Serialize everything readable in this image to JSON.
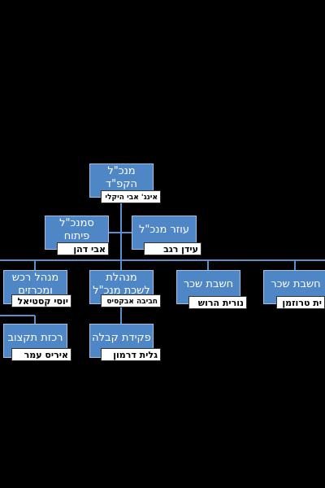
{
  "colors": {
    "box": "#4f87c6",
    "line": "#5b8fd0",
    "label_bg": "#ffffff"
  },
  "nodes": {
    "ceo": {
      "title": "מנכ\"ל\nהקפ\"ד",
      "name": "אינג' אבי היקלי"
    },
    "dev_deputy": {
      "title": "סמנכ\"ל\nפיתוח",
      "name": "אבי דהן"
    },
    "assistant": {
      "title": "עוזר מנכ\"ל",
      "name": "עידן רגב"
    },
    "procurement": {
      "title": "מנהל רכש\nומכרזים",
      "name": "יוסי קסטיאל"
    },
    "office_mgr": {
      "title": "מנהלת\nלשכת מנכ\"ל",
      "name": "חביבה אבקסיס"
    },
    "accountant1": {
      "title": "חשבת שכר",
      "name": "נורית הרוש"
    },
    "accountant2": {
      "title": "חשבת שכר",
      "name": "ית טרוזמן"
    },
    "budget": {
      "title": "רכזת תקצוב",
      "name": "איריס עמר"
    },
    "reception": {
      "title": "פקידת קבלה",
      "name": "גלית דרמון"
    }
  }
}
